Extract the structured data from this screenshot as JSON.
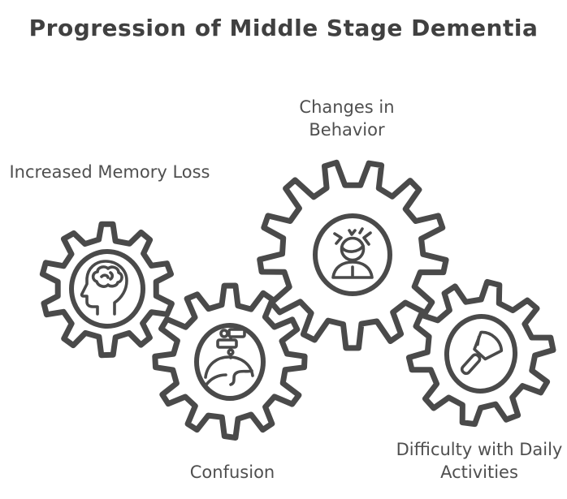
{
  "title": "Progression of Middle Stage Dementia",
  "stages": [
    {
      "label": "Increased Memory Loss",
      "icon": "head-brain-icon"
    },
    {
      "label": "Changes in Behavior",
      "icon": "angry-person-icon"
    },
    {
      "label": "Confusion",
      "icon": "signpost-icon"
    },
    {
      "label": "Difficulty with Daily Activities",
      "icon": "cleaning-brush-icon"
    }
  ],
  "colors": {
    "stroke": "#4a4a4a",
    "title_color": "#404040",
    "label_color": "#4f4f4f",
    "background": "#ffffff"
  }
}
